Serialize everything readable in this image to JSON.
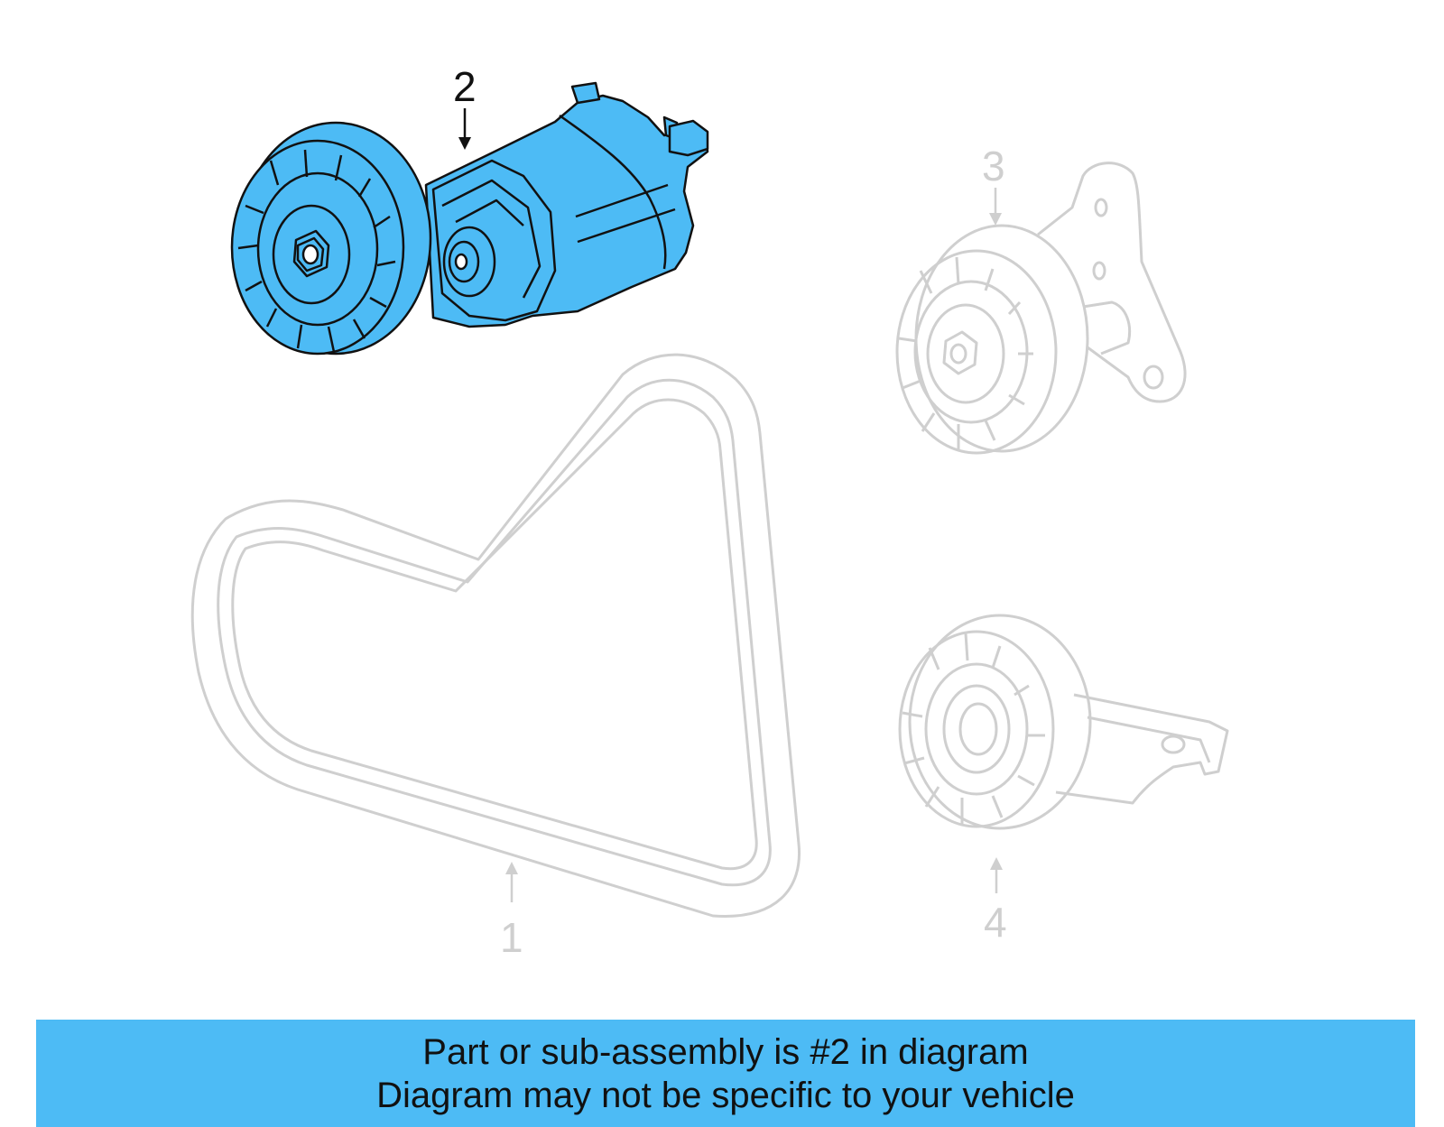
{
  "colors": {
    "highlight": "#4dbbf5",
    "faded": "#cfcfcf",
    "ink": "#111111",
    "banner": "#4dbbf5"
  },
  "callouts": {
    "part_1": "1",
    "part_2": "2",
    "part_3": "3",
    "part_4": "4"
  },
  "banner": {
    "line1": "Part or sub-assembly is #2 in diagram",
    "line2": "Diagram may not be specific to your vehicle"
  }
}
